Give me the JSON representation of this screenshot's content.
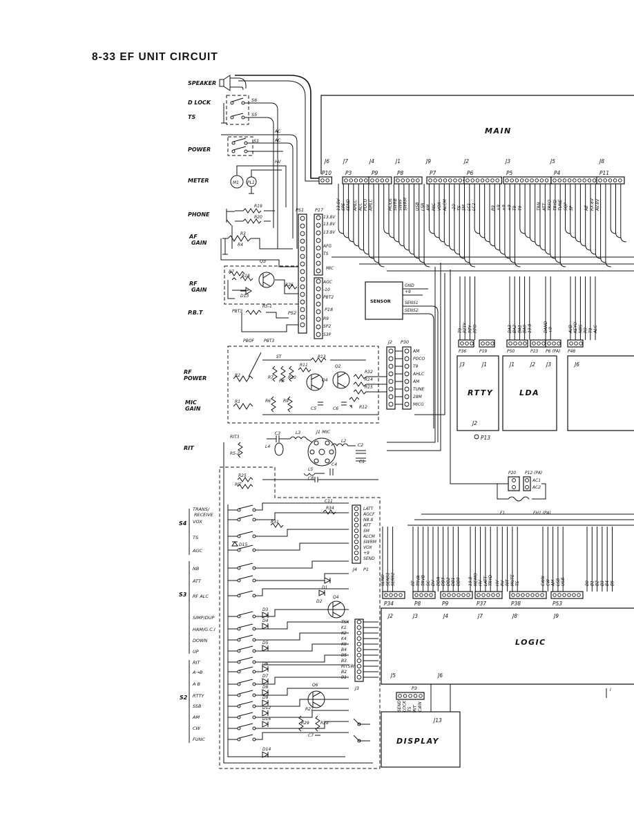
{
  "page": {
    "heading": "8-33  EF UNIT CIRCUIT"
  },
  "left_labels": {
    "speaker": "SPEAKER",
    "dlock": "D LOCK",
    "ts": "TS",
    "power": "POWER",
    "meter": "METER",
    "phone": "PHONE",
    "af_gain_1": "AF",
    "af_gain_2": "GAIN",
    "rf_gain_1": "RF",
    "rf_gain_2": "GAIN",
    "pbt": "P.B.T",
    "rf_power_1": "RF",
    "rf_power_2": "POWER",
    "mic_gain_1": "MIC",
    "mic_gain_2": "GAIN",
    "rit": "RIT"
  },
  "switch_groups": {
    "s4": "S4",
    "s3": "S3",
    "s2": "S2",
    "s4_items": [
      "TRANS/",
      "RECEIVE",
      "VOX",
      "TS",
      "AGC"
    ],
    "s3_items": [
      "NB",
      "ATT",
      "RF ALC",
      "SIMP/DUP",
      "HAM/G.C.I",
      "DOWN",
      "UP"
    ],
    "s2_items": [
      "RIT",
      "A→B",
      "A B",
      "RTTY",
      "SSB",
      "AM",
      "CW",
      "FUNC"
    ]
  },
  "blocks": {
    "main": "MAIN",
    "sensor": "SENSOR",
    "rtty": "RTTY",
    "lda": "LDA",
    "logic": "LOGIC",
    "display": "DISPLAY"
  },
  "main_jacks": [
    "J6",
    "J7",
    "J4",
    "J1",
    "J9",
    "J2",
    "J3",
    "J5",
    "J8"
  ],
  "main_plugs": [
    "P10",
    "P3",
    "P9",
    "P8",
    "P7",
    "P6",
    "P5",
    "P4",
    "P11"
  ],
  "p3_signals": [
    "13.8V",
    "SPE",
    "SEND"
  ],
  "p9_signals": [
    "AHLC",
    "ALC",
    "POCO",
    "AMLC"
  ],
  "p8_signals": [
    "MODE",
    "SWRB",
    "SWRF",
    "SWRM"
  ],
  "p7_signals": [
    "USB",
    "LSB",
    "AM",
    "MIC",
    "VOX",
    "ALCM"
  ],
  "p6_signals": [
    "-10",
    "TS",
    "SM",
    "LC1",
    "LC2"
  ],
  "p5_signals": [
    "R9",
    "+9",
    "+9",
    "+9",
    "T9",
    "T9"
  ],
  "p4_signals": [
    "TRN",
    "ATT",
    "TRFO",
    "TRYD",
    "TUNE",
    "SQP",
    "SP"
  ],
  "p11_signals": [
    "AE",
    "RX.8V",
    "AV.8V"
  ],
  "ps1": "PS1",
  "p17": "P17",
  "p17_pins": [
    "13.8V",
    "13.8V",
    "13.8V",
    "AFG",
    "TS",
    "MIC"
  ],
  "p18": "P18",
  "p18_pins": [
    "AGC",
    "-10",
    "PBT2",
    "R9",
    "SP2",
    "S3P"
  ],
  "ps2": "PS2",
  "sensor_pins": [
    "GND",
    "+9",
    "SENS1",
    "SENS2"
  ],
  "j2_label": "J2",
  "p30_label": "P30",
  "p30_pins": [
    "AM",
    "POCO",
    "T9",
    "AHLC",
    "AM",
    "TUNE",
    "28M",
    "MICG"
  ],
  "j1_mic": "J1 MIC",
  "p1_label": "P1",
  "j4_label": "J4",
  "p1_pins": [
    "LATT",
    "AGCF",
    "NB.8",
    "ATT",
    "SM",
    "ALCM",
    "SWRM",
    "VOX",
    "+9",
    "SEND"
  ],
  "j3_label": "J3",
  "j3_pins": [
    "TSK",
    "K1",
    "K2",
    "K4",
    "K8",
    "B4",
    "B5",
    "B3",
    "RITSW",
    "B2",
    "B1"
  ],
  "mid_plugs": [
    "P36",
    "P19",
    "P50",
    "P23",
    "P6 (PA)",
    "P48"
  ],
  "mid_signals_p36": [
    "T9",
    "RTTY",
    "RTY",
    "RTO"
  ],
  "mid_signals_p50": [
    "BA3",
    "BA2",
    "BA1",
    "BA0",
    "13.8"
  ],
  "mid_signals_p6": [
    "BAND",
    "+9"
  ],
  "mid_signals_p48": [
    "AVB",
    "KEYO",
    "NBS",
    "R9",
    "T9",
    "ALC"
  ],
  "rtty_jacks": [
    "J3",
    "J1",
    "J2"
  ],
  "lda_jacks": [
    "J1",
    "J2",
    "J3"
  ],
  "j6_lda": "J6",
  "p13": "P13",
  "p20": "P20",
  "p12": "P12 (PA)",
  "p12_pins": [
    "AC1",
    "AC2"
  ],
  "fuse_f1": "F1",
  "fuse_fh1": "FH1 (PA)",
  "logic_plugs": [
    "P34",
    "P8",
    "P9",
    "P37",
    "P38",
    "P53"
  ],
  "logic_jacks": [
    "J2",
    "J3",
    "J4",
    "J7",
    "J8",
    "J9"
  ],
  "p34_signals": [
    "SEND",
    "SENS1",
    "SENS2"
  ],
  "p8_logic_signals": [
    "RT",
    "TRVA",
    "TRVB",
    "SC"
  ],
  "p9_logic_signals": [
    "DV",
    "DDA",
    "DB3",
    "DB2",
    "DB1",
    "DB0"
  ],
  "p37_signals": [
    "13.8",
    "MEMO",
    "HV",
    "LATT",
    "TRYD"
  ],
  "p38_signals": [
    "HV",
    "RV",
    "RIT",
    "MUTE",
    "TS"
  ],
  "p53_signals": [
    "CWN",
    "CW",
    "AM",
    "LSB",
    "USB"
  ],
  "right_signals": [
    "B0",
    "B1",
    "B2",
    "B3",
    "B4",
    "B5"
  ],
  "logic_lower_jacks": [
    "J5",
    "J6"
  ],
  "p3_display": "P3",
  "p3_display_signals": [
    "SEND",
    "LOCK",
    "TS",
    "RIT",
    "CWN"
  ],
  "j13": "J13",
  "components": {
    "switches": [
      "S6",
      "S5",
      "S1"
    ],
    "meters": [
      "M1",
      "PL1"
    ],
    "resistors": [
      "R19",
      "R20",
      "R3",
      "R4",
      "R18",
      "R26",
      "R5-1",
      "R5-2",
      "R13",
      "R11",
      "R7",
      "R8",
      "R10",
      "R2",
      "R1",
      "R6",
      "R9",
      "R32",
      "R14",
      "R15",
      "R12",
      "R25",
      "R34",
      "R31",
      "R27",
      "R29",
      "R28"
    ],
    "potentiometers": [
      "PBT3",
      "PBOF",
      "PBT3",
      "RIT3",
      "RIT"
    ],
    "transistors": [
      "Q3",
      "Q2",
      "Q1",
      "Q4",
      "Q6"
    ],
    "diodes": [
      "D13",
      "D15",
      "D1",
      "D2",
      "D3",
      "D4",
      "D5",
      "D6",
      "D7",
      "D8",
      "D9",
      "D12",
      "D16",
      "D14"
    ],
    "capacitors": [
      "C3",
      "C2",
      "C1",
      "C4",
      "C5",
      "C6",
      "C8",
      "C11",
      "C7"
    ],
    "inductors": [
      "L3",
      "L4",
      "L2",
      "L5"
    ],
    "misc": [
      "ST",
      "I"
    ]
  }
}
